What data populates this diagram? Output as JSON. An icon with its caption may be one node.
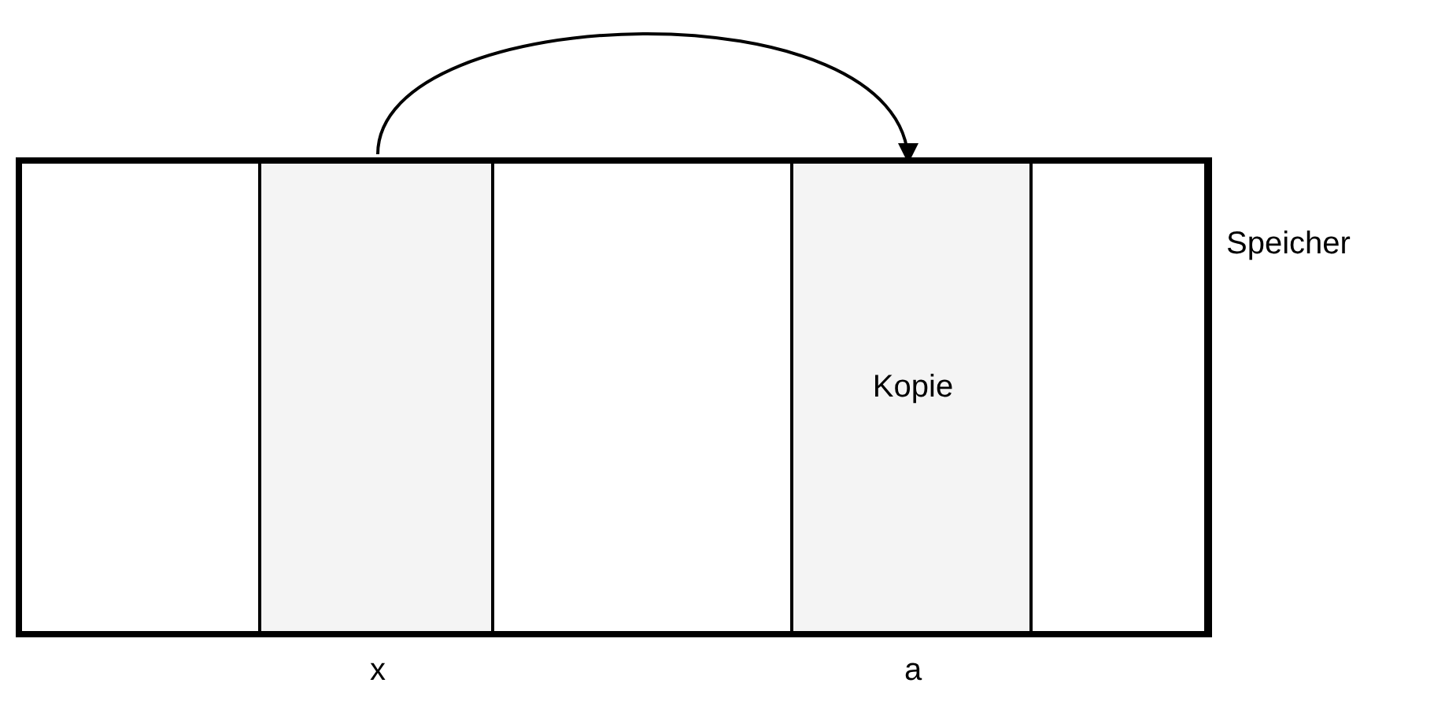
{
  "diagram": {
    "nodes": [
      {
        "text": [
          "Speicher"
        ]
      },
      {
        "text": [],
        "shape": "box",
        "in": 0
      },
      {
        "text": [],
        "shape": "box",
        "in": 0,
        "beside": [
          "x"
        ]
      },
      {
        "text": [],
        "shape": "box",
        "in": 0
      },
      {
        "text": [
          "Kopie"
        ],
        "in": 0,
        "beside": [
          "a"
        ]
      },
      {
        "text": [],
        "shape": "box",
        "in": 0
      }
    ],
    "edges": [
      {
        "from": 2,
        "to": 4,
        "arrow": "to"
      }
    ]
  }
}
